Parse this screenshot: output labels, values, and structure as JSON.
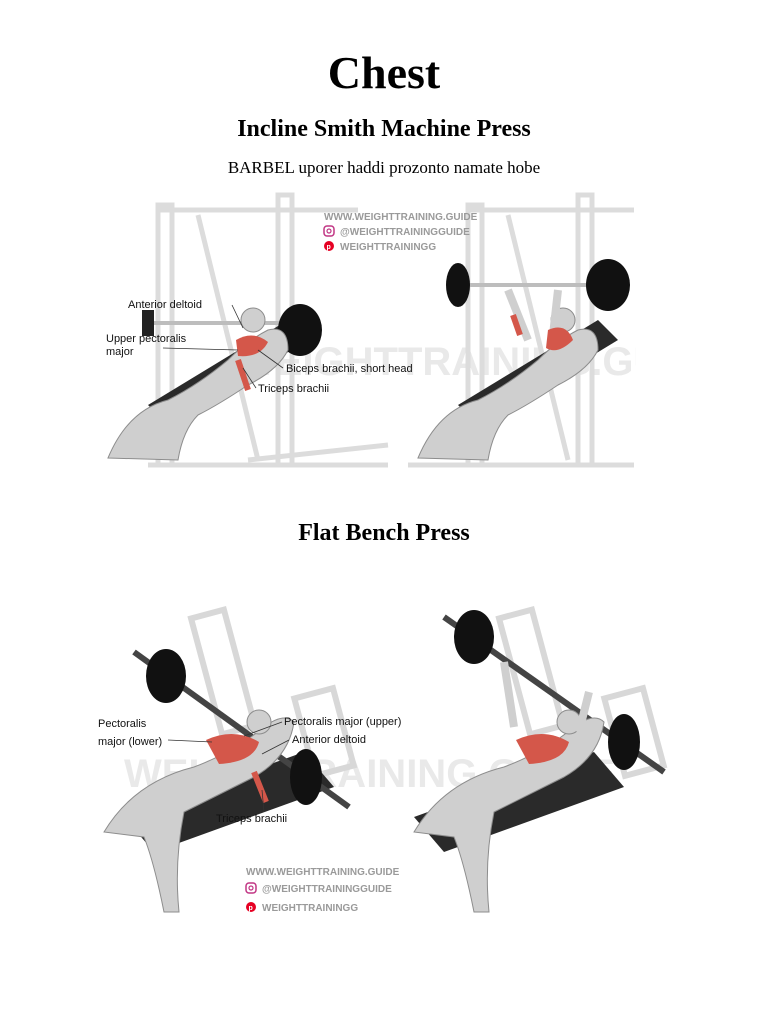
{
  "document": {
    "title": "Chest",
    "sections": [
      {
        "heading": "Incline Smith Machine Press",
        "caption": "BARBEL uporer haddi prozonto namate hobe",
        "figure": {
          "labels": {
            "anterior_deltoid": "Anterior deltoid",
            "upper_pectoralis_1": "Upper pectoralis",
            "upper_pectoralis_2": "major",
            "biceps": "Biceps brachii, short head",
            "triceps": "Triceps brachii"
          },
          "watermark": {
            "site": "WWW.WEIGHTTRAINING.GUIDE",
            "instagram": "@WEIGHTTRAININGGUIDE",
            "pinterest": "WEIGHTTRAININGG",
            "big": "WEIGHTTRAINING.GUIDE"
          }
        }
      },
      {
        "heading": "Flat Bench Press",
        "figure": {
          "labels": {
            "pectoralis_lower_1": "Pectoralis",
            "pectoralis_lower_2": "major (lower)",
            "pectoralis_upper": "Pectoralis major (upper)",
            "anterior_deltoid": "Anterior deltoid",
            "triceps": "Triceps brachii"
          },
          "watermark": {
            "site": "WWW.WEIGHTTRAINING.GUIDE",
            "instagram": "@WEIGHTTRAININGGUIDE",
            "pinterest": "WEIGHTTRAININGG",
            "big": "WEIGHTTRAINING.GUIDE"
          }
        }
      }
    ]
  },
  "colors": {
    "muscle_highlight": "#d4574a",
    "body": "#cfcfcf",
    "plate": "#111111",
    "frame": "#e4e4e4",
    "instagram": "#c13584",
    "pinterest": "#e60023"
  }
}
